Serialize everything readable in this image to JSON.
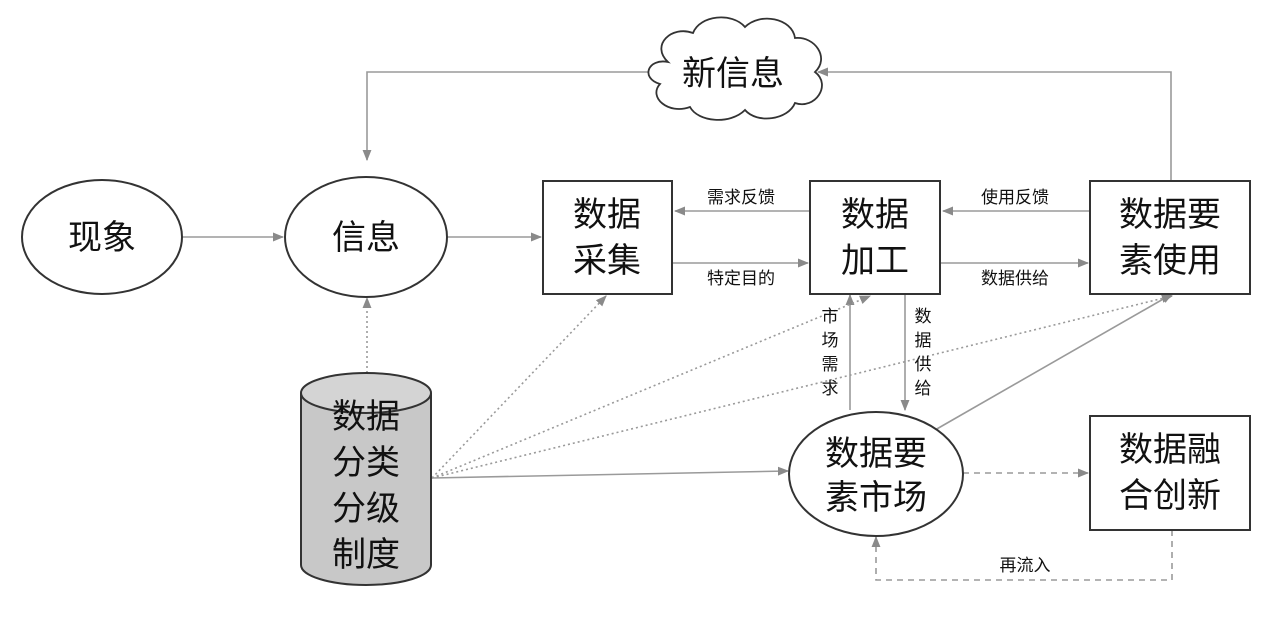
{
  "nodes": {
    "phenomenon": "现象",
    "information": "信息",
    "new_information": "新信息",
    "collection": [
      "数据",
      "采集"
    ],
    "processing": [
      "数据",
      "加工"
    ],
    "element_use": [
      "数据要",
      "素使用"
    ],
    "classification": [
      "数据",
      "分类",
      "分级",
      "制度"
    ],
    "market": [
      "数据要",
      "素市场"
    ],
    "innovation": [
      "数据融",
      "合创新"
    ]
  },
  "edges": {
    "demand_feedback": "需求反馈",
    "specific_purpose": "特定目的",
    "use_feedback": "使用反馈",
    "data_supply_h": "数据供给",
    "market_demand": [
      "市",
      "场",
      "需",
      "求"
    ],
    "data_supply_v": [
      "数",
      "据",
      "供",
      "给"
    ],
    "reflow": "再流入"
  },
  "colors": {
    "line": "#9a9a9a",
    "cylinder_fill": "#c8c8c8",
    "box_stroke": "#333333"
  }
}
